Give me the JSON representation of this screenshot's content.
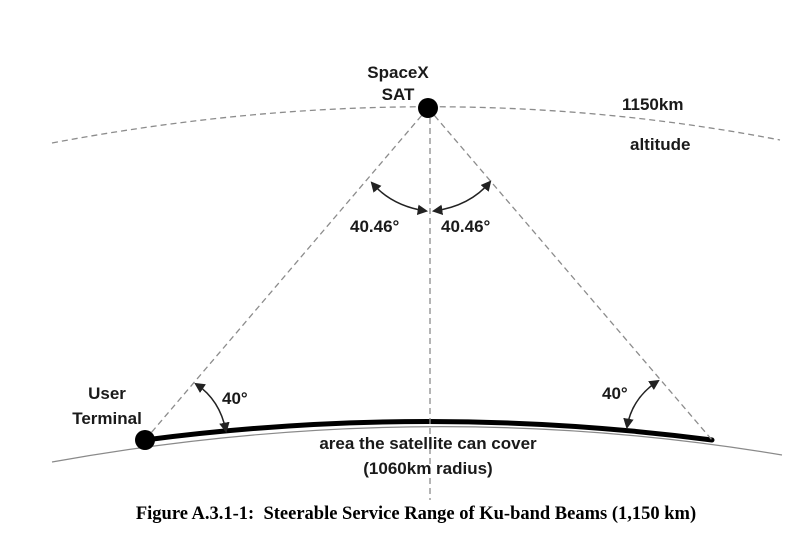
{
  "labels": {
    "satellite_line1": "SpaceX",
    "satellite_line2": "SAT",
    "altitude_value": "1150km",
    "altitude_word": "altitude",
    "angle_left_top": "40.46°",
    "angle_right_top": "40.46°",
    "user_terminal_line1": "User",
    "user_terminal_line2": "Terminal",
    "elevation_left": "40°",
    "elevation_right": "40°",
    "coverage_line1": "area the satellite can cover",
    "coverage_line2": "(1060km radius)"
  },
  "caption": "Figure A.3.1-1:  Steerable Service Range of Ku-band Beams (1,150 km)",
  "colors": {
    "ground_coverage": "#000000",
    "orbit_line": "#8c8c8c",
    "earth_line": "#8a8a8a",
    "text": "#1a1a1a"
  }
}
